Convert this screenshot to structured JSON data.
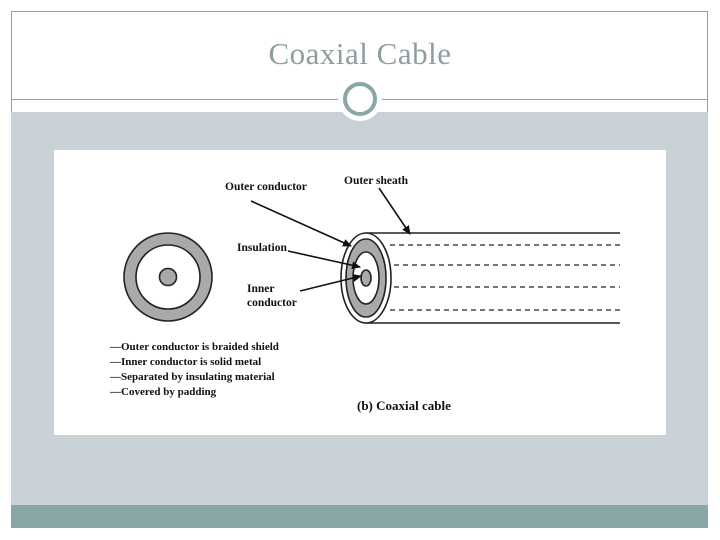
{
  "slide": {
    "title": "Coaxial Cable"
  },
  "diagram": {
    "labels": {
      "outer_conductor": "Outer conductor",
      "outer_sheath": "Outer sheath",
      "insulation": "Insulation",
      "inner_conductor_line1": "Inner",
      "inner_conductor_line2": "conductor"
    },
    "notes": [
      "—Outer conductor is braided shield",
      "—Inner conductor is solid metal",
      "—Separated by insulating material",
      "—Covered by padding"
    ],
    "caption": "(b) Coaxial cable"
  },
  "colors": {
    "accent": "#8aa7a8",
    "content_background": "#c7d1d6",
    "title": "#8d9e9f",
    "conductor_gray": "#a9a9a9"
  }
}
